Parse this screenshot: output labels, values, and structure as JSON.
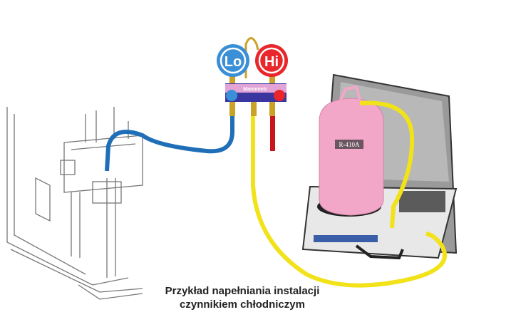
{
  "gauges": {
    "low_label": "Lo",
    "high_label": "Hi",
    "manifold_label": "Manometr"
  },
  "cylinder": {
    "label": "R-410A"
  },
  "caption": {
    "line1": "Przykład napełniania instalacji",
    "line2": "czynnikiem chłodniczym"
  },
  "colors": {
    "low": "#3b8fd6",
    "high": "#e8262b",
    "yellow_hose": "#f2e21a",
    "blue_hose": "#1f6fb8",
    "cylinder": "#f2a6c8"
  }
}
